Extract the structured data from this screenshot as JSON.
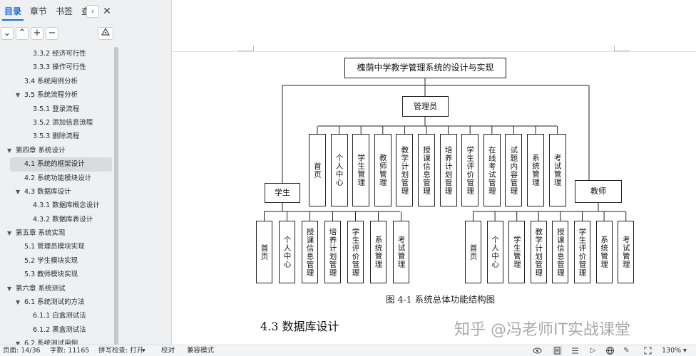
{
  "sidebar": {
    "tabs": [
      {
        "label": "目录",
        "active": true
      },
      {
        "label": "章节",
        "active": false
      },
      {
        "label": "书签",
        "active": false
      },
      {
        "label": "查找",
        "active": false
      }
    ],
    "tab_more_icon": "chevron-right",
    "close_icon": "close",
    "toolbar": {
      "collapse_icon": "chevron-down",
      "expand_icon": "chevron-up",
      "add_icon": "plus",
      "remove_icon": "minus",
      "options_icon": "tree-options"
    },
    "toc": [
      {
        "label": "3.3.2  经济可行性",
        "level": 3,
        "caret": ""
      },
      {
        "label": "3.3.3  操作可行性",
        "level": 3,
        "caret": ""
      },
      {
        "label": "3.4  系统用例分析",
        "level": 2,
        "caret": ""
      },
      {
        "label": "3.5  系统流程分析",
        "level": 2,
        "caret": "▼"
      },
      {
        "label": "3.5.1  登录流程",
        "level": 3,
        "caret": ""
      },
      {
        "label": "3.5.2  添加信息流程",
        "level": 3,
        "caret": ""
      },
      {
        "label": "3.5.3  删除流程",
        "level": 3,
        "caret": ""
      },
      {
        "label": "第四章  系统设计",
        "level": 1,
        "caret": "▼"
      },
      {
        "label": "4.1 系统的框架设计",
        "level": 2,
        "caret": "",
        "selected": true
      },
      {
        "label": "4.2 系统功能模块设计",
        "level": 2,
        "caret": ""
      },
      {
        "label": "4.3  数据库设计",
        "level": 2,
        "caret": "▼"
      },
      {
        "label": "4.3.1  数据库概念设计",
        "level": 3,
        "caret": ""
      },
      {
        "label": "4.3.2  数据库表设计",
        "level": 3,
        "caret": ""
      },
      {
        "label": "第五章  系统实现",
        "level": 1,
        "caret": "▼"
      },
      {
        "label": "5.1 管理员模块实现",
        "level": 2,
        "caret": ""
      },
      {
        "label": "5.2 学生模块实现",
        "level": 2,
        "caret": ""
      },
      {
        "label": "5.3 教师模块实现",
        "level": 2,
        "caret": ""
      },
      {
        "label": "第六章  系统测试",
        "level": 1,
        "caret": "▼"
      },
      {
        "label": "6.1 系统测试的方法",
        "level": 2,
        "caret": "▼"
      },
      {
        "label": "6.1.1 白盒测试法",
        "level": 3,
        "caret": ""
      },
      {
        "label": "6.1.2 黑盒测试法",
        "level": 3,
        "caret": ""
      },
      {
        "label": "6.2 系统测试用例",
        "level": 2,
        "caret": "▼"
      }
    ]
  },
  "diagram": {
    "root": "槐荫中学教学管理系统的设计与实现",
    "admin": "管理员",
    "student": "学生",
    "teacher": "教师",
    "admin_modules": [
      "首页",
      "个人中心",
      "学生管理",
      "教师管理",
      "教学计划管理",
      "授课信息管理",
      "培养计划管理",
      "学生评价管理",
      "在线考试管理",
      "试题内容管理",
      "系统管理",
      "考试管理"
    ],
    "student_modules": [
      "首页",
      "个人中心",
      "授课信息管理",
      "培养计划管理",
      "学生评价管理",
      "系统管理",
      "考试管理"
    ],
    "teacher_modules": [
      "首页",
      "个人中心",
      "学生管理",
      "教学计划管理",
      "授课信息管理",
      "学生评价管理",
      "系统管理",
      "考试管理"
    ]
  },
  "document": {
    "caption": "图 4-1  系统总体功能结构图",
    "heading": "4.3  数据库设计",
    "watermark": "知乎 @冯老师IT实战课堂"
  },
  "statusbar": {
    "page": "页面: 14/36",
    "words": "字数: 11165",
    "spellcheck": "拼写检查: 打开",
    "proofread": "校对",
    "compat": "兼容模式",
    "zoom": "130%"
  }
}
